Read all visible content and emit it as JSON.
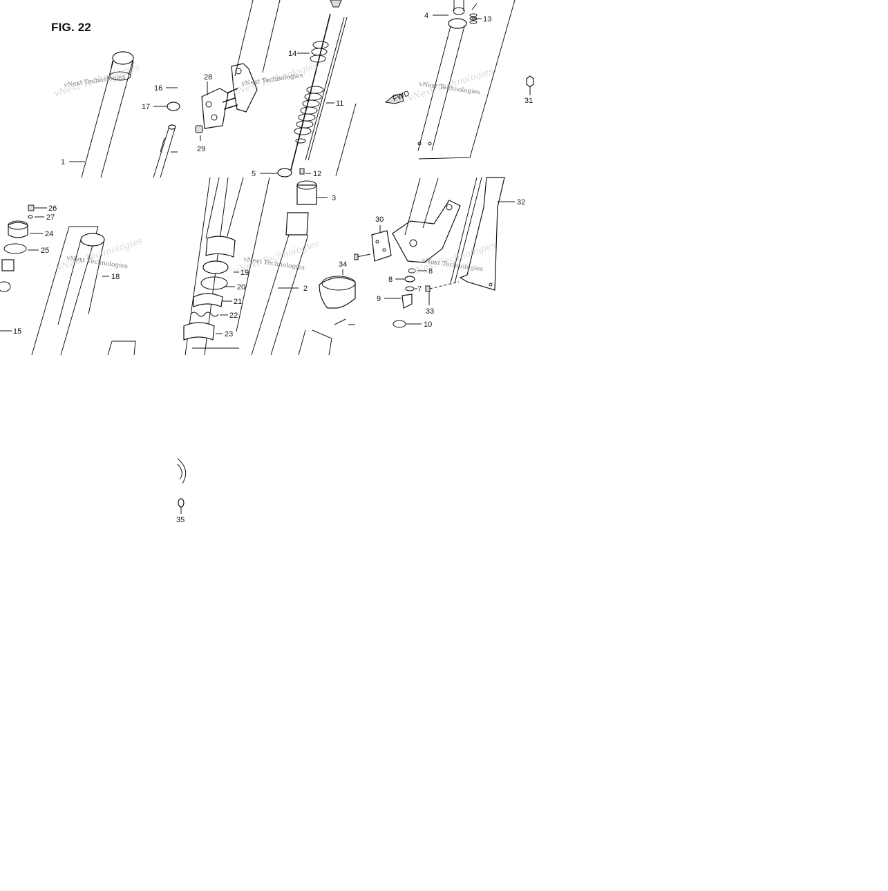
{
  "figure": {
    "title": "FIG. 22"
  },
  "watermark": "vNext Technologies",
  "fwd_label": "FWD",
  "callouts": [
    "1",
    "2",
    "3",
    "4",
    "5",
    "7",
    "8",
    "9",
    "10",
    "11",
    "12",
    "13",
    "14",
    "15",
    "16",
    "17",
    "18",
    "19",
    "20",
    "21",
    "22",
    "23",
    "24",
    "25",
    "26",
    "27",
    "28",
    "29",
    "30",
    "31",
    "32",
    "33",
    "34",
    "35"
  ],
  "callout_extra": "8"
}
